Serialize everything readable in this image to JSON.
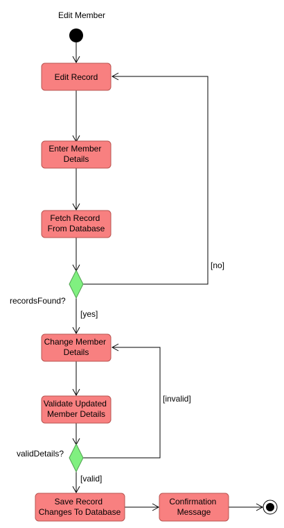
{
  "diagram": {
    "title": "Edit Member",
    "colors": {
      "activity_fill": "#f88080",
      "activity_stroke": "#b85450",
      "decision_fill": "#80f080",
      "decision_stroke": "#50a050",
      "line": "#000000"
    },
    "activities": {
      "edit_record": [
        "Edit Record"
      ],
      "enter_details": [
        "Enter Member",
        "Details"
      ],
      "fetch_record": [
        "Fetch Record",
        "From Database"
      ],
      "change_details": [
        "Change Member",
        "Details"
      ],
      "validate_details": [
        "Validate Updated",
        "Member Details"
      ],
      "save_record": [
        "Save Record",
        "Changes To Database"
      ],
      "confirmation": [
        "Confirmation",
        "Message"
      ]
    },
    "decisions": {
      "records_found": "recordsFound?",
      "valid_details": "validDetails?"
    },
    "guards": {
      "no": "[no]",
      "yes": "[yes]",
      "invalid": "[invalid]",
      "valid": "[valid]"
    }
  }
}
